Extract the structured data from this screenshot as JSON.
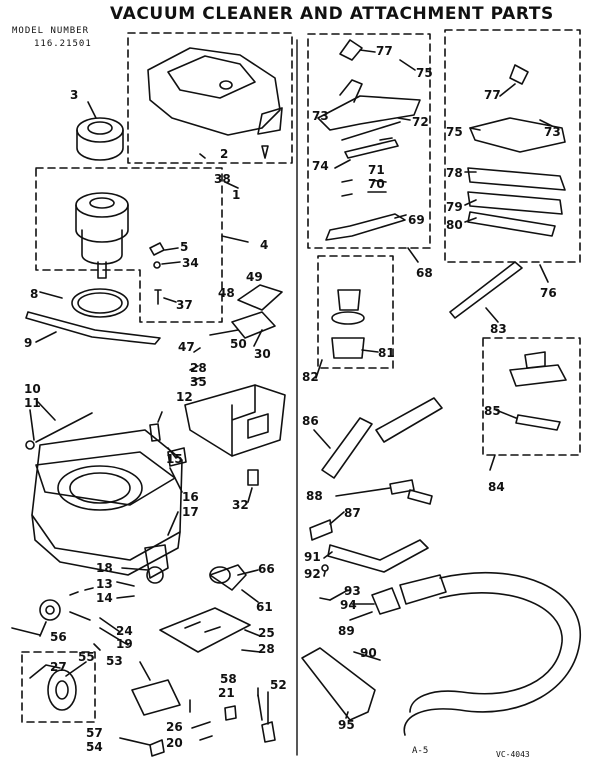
{
  "title": "VACUUM CLEANER AND ATTACHMENT PARTS",
  "model_label": "MODEL NUMBER",
  "model_number": "116.21501",
  "page_code": "A-5",
  "drawing_code": "VC-4043",
  "part_numbers": [
    "1",
    "2",
    "3",
    "4",
    "5",
    "8",
    "9",
    "10",
    "11",
    "12",
    "13",
    "14",
    "15",
    "16",
    "17",
    "18",
    "19",
    "20",
    "21",
    "24",
    "25",
    "26",
    "27",
    "28",
    "28",
    "30",
    "32",
    "34",
    "35",
    "37",
    "38",
    "47",
    "48",
    "49",
    "50",
    "52",
    "53",
    "54",
    "55",
    "56",
    "57",
    "58",
    "61",
    "66",
    "68",
    "69",
    "70",
    "71",
    "72",
    "73",
    "73",
    "74",
    "75",
    "75",
    "76",
    "77",
    "77",
    "78",
    "79",
    "80",
    "81",
    "82",
    "83",
    "84",
    "85",
    "86",
    "87",
    "88",
    "89",
    "90",
    "91",
    "92",
    "93",
    "94",
    "95"
  ]
}
